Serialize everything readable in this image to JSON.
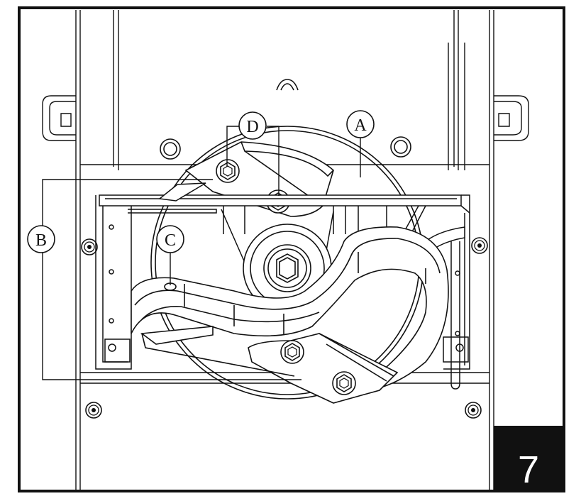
{
  "diagram": {
    "callouts": {
      "a": "A",
      "b": "B",
      "c": "C",
      "d": "D"
    },
    "step_number": "7",
    "colors": {
      "line": "#111111",
      "background": "#ffffff",
      "step_badge_bg": "#111111",
      "step_badge_text": "#ffffff"
    }
  }
}
